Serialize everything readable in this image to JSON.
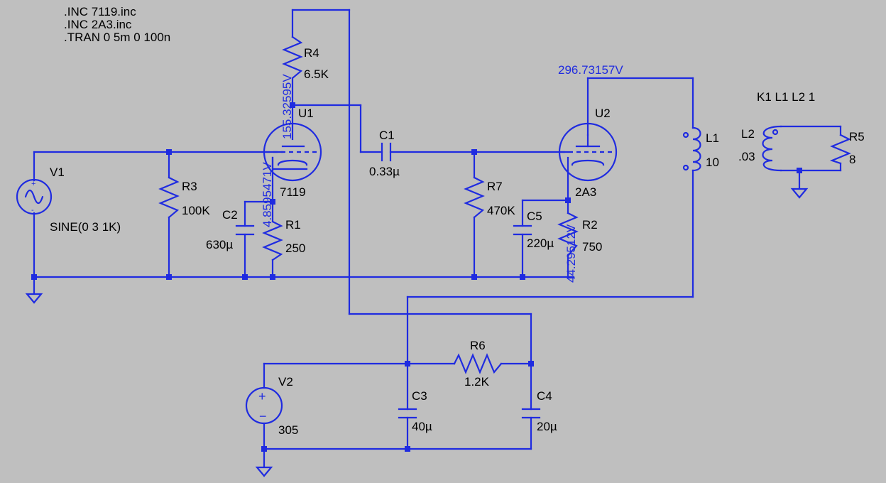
{
  "directives": [
    ".INC 7119.inc",
    ".INC 2A3.inc",
    ".TRAN 0 5m 0 100n"
  ],
  "coupling": "K1 L1 L2 1",
  "components": {
    "V1": {
      "name": "V1",
      "value": "SINE(0 3 1K)"
    },
    "V2": {
      "name": "V2",
      "value": "305"
    },
    "R1": {
      "name": "R1",
      "value": "250"
    },
    "R2": {
      "name": "R2",
      "value": "750"
    },
    "R3": {
      "name": "R3",
      "value": "100K"
    },
    "R4": {
      "name": "R4",
      "value": "6.5K"
    },
    "R5": {
      "name": "R5",
      "value": "8"
    },
    "R6": {
      "name": "R6",
      "value": "1.2K"
    },
    "R7": {
      "name": "R7",
      "value": "470K"
    },
    "C1": {
      "name": "C1",
      "value": "0.33µ"
    },
    "C2": {
      "name": "C2",
      "value": "630µ"
    },
    "C3": {
      "name": "C3",
      "value": "40µ"
    },
    "C4": {
      "name": "C4",
      "value": "20µ"
    },
    "C5": {
      "name": "C5",
      "value": "220µ"
    },
    "L1": {
      "name": "L1",
      "value": "10"
    },
    "L2": {
      "name": "L2",
      "value": ".03"
    },
    "U1": {
      "name": "U1",
      "model": "7119"
    },
    "U2": {
      "name": "U2",
      "model": "2A3"
    }
  },
  "node_voltages": {
    "u1_plate": "155.32595V",
    "u1_cathode": "4.8595471V",
    "u2_plate": "296.73157V",
    "u2_cathode": "44.29512V"
  },
  "colors": {
    "background": "#bfbfbf",
    "wire": "#1f2be0",
    "text": "#000000"
  }
}
